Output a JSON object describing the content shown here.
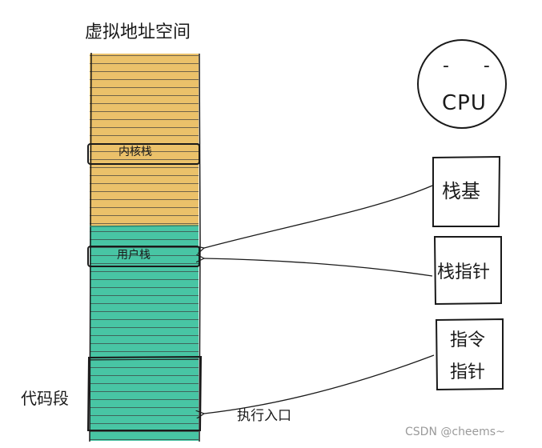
{
  "title": "虚拟地址空间",
  "memory": {
    "kernel_stack_label": "内核栈",
    "user_stack_label": "用户栈",
    "code_segment_label": "代码段",
    "entry_label": "执行入口"
  },
  "cpu": {
    "face_text": "- -",
    "label": "CPU"
  },
  "registers": {
    "base_pointer_label": "栈基",
    "stack_pointer_label": "栈指针",
    "instruction_pointer_line1": "指令",
    "instruction_pointer_line2": "指针"
  },
  "colors": {
    "kernel_region": "#ebc16a",
    "user_region": "#48c5a4",
    "stroke": "#1a1a1a"
  },
  "watermark": "CSDN @cheems~"
}
